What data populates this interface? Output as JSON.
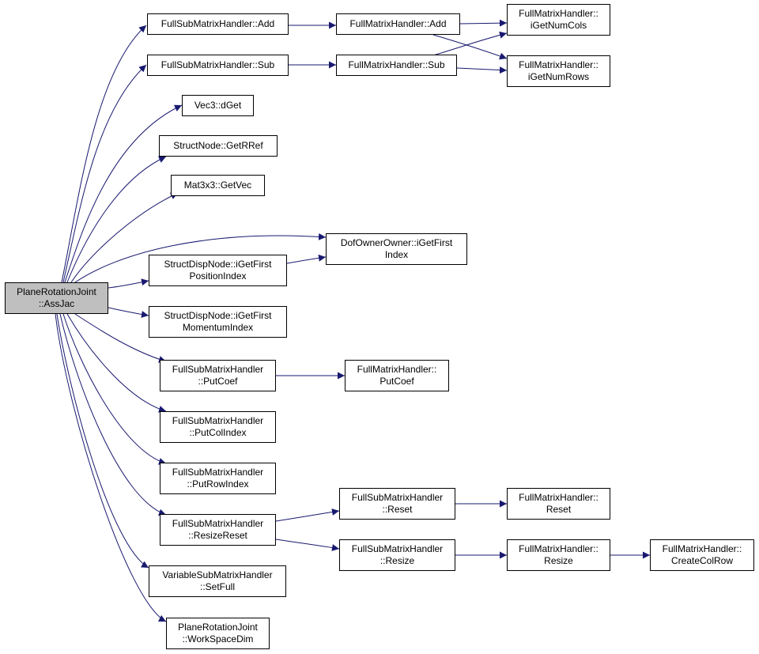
{
  "diagram": {
    "edge_color": "#191970",
    "root_fill": "#bfbfbf",
    "nodes": {
      "root": [
        "PlaneRotationJoint",
        "::AssJac"
      ],
      "fsm_add": [
        "FullSubMatrixHandler::Add"
      ],
      "fm_add": [
        "FullMatrixHandler::Add"
      ],
      "fm_getcols": [
        "FullMatrixHandler::",
        "iGetNumCols"
      ],
      "fsm_sub": [
        "FullSubMatrixHandler::Sub"
      ],
      "fm_sub": [
        "FullMatrixHandler::Sub"
      ],
      "fm_getrows": [
        "FullMatrixHandler::",
        "iGetNumRows"
      ],
      "vec3_dget": [
        "Vec3::dGet"
      ],
      "sn_getrref": [
        "StructNode::GetRRef"
      ],
      "mat3x3_getvec": [
        "Mat3x3::GetVec"
      ],
      "doo_igetfirst": [
        "DofOwnerOwner::iGetFirst",
        "Index"
      ],
      "sdn_pos": [
        "StructDispNode::iGetFirst",
        "PositionIndex"
      ],
      "sdn_mom": [
        "StructDispNode::iGetFirst",
        "MomentumIndex"
      ],
      "fsm_putcoef": [
        "FullSubMatrixHandler",
        "::PutCoef"
      ],
      "fm_putcoef": [
        "FullMatrixHandler::",
        "PutCoef"
      ],
      "fsm_putcolindex": [
        "FullSubMatrixHandler",
        "::PutColIndex"
      ],
      "fsm_putrowindex": [
        "FullSubMatrixHandler",
        "::PutRowIndex"
      ],
      "fsm_resizereset": [
        "FullSubMatrixHandler",
        "::ResizeReset"
      ],
      "fsm_reset": [
        "FullSubMatrixHandler",
        "::Reset"
      ],
      "fm_reset": [
        "FullMatrixHandler::",
        "Reset"
      ],
      "fsm_resize": [
        "FullSubMatrixHandler",
        "::Resize"
      ],
      "fm_resize": [
        "FullMatrixHandler::",
        "Resize"
      ],
      "fm_createcolrow": [
        "FullMatrixHandler::",
        "CreateColRow"
      ],
      "vsm_setfull": [
        "VariableSubMatrixHandler",
        "::SetFull"
      ],
      "prj_workspacedim": [
        "PlaneRotationJoint",
        "::WorkSpaceDim"
      ]
    }
  }
}
